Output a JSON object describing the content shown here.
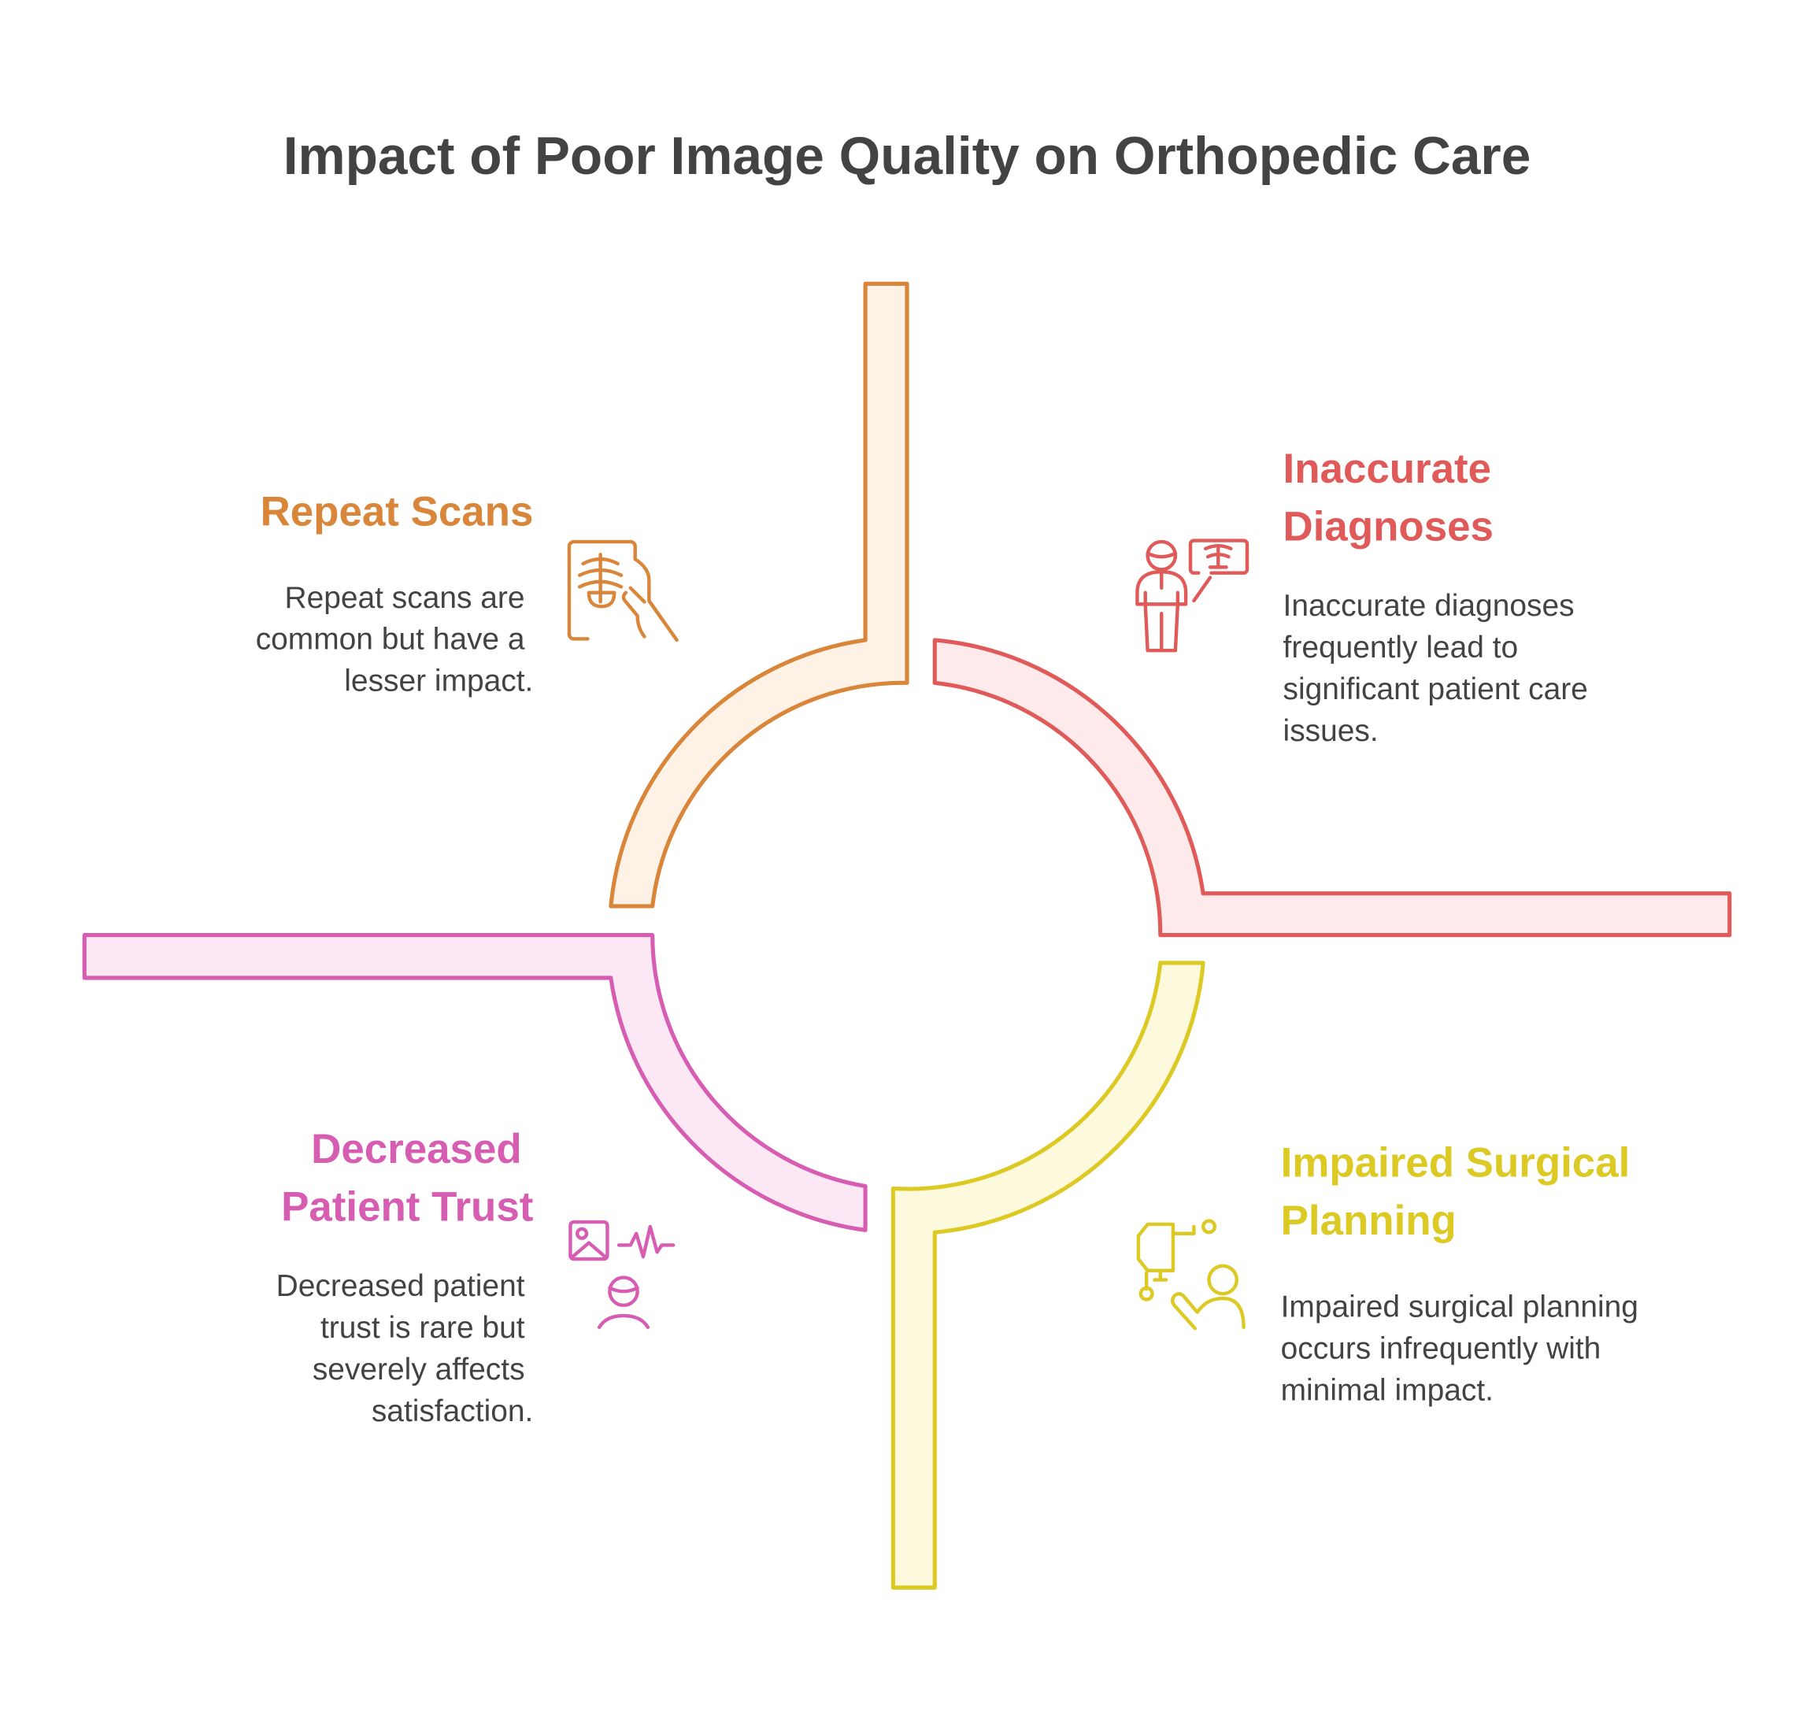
{
  "title": "Impact of Poor Image Quality on Orthopedic Care",
  "sections": [
    {
      "heading": [
        "Repeat Scans"
      ],
      "body": [
        "Repeat scans are",
        "common but have a",
        "lesser impact."
      ],
      "color": "#D9853A",
      "fill": "#FEF2E6",
      "icon": "xray-hand-icon"
    },
    {
      "heading": [
        "Inaccurate",
        "Diagnoses"
      ],
      "body": [
        "Inaccurate diagnoses",
        "frequently lead to",
        "significant patient care",
        "issues."
      ],
      "color": "#E05A5A",
      "fill": "#FEEAEA",
      "icon": "doctor-xray-icon"
    },
    {
      "heading": [
        "Impaired Surgical",
        "Planning"
      ],
      "body": [
        "Impaired surgical planning",
        "occurs infrequently with",
        "minimal impact."
      ],
      "color": "#DDC924",
      "fill": "#FDF9DC",
      "icon": "surgical-lamp-icon"
    },
    {
      "heading": [
        "Decreased",
        "Patient Trust"
      ],
      "body": [
        "Decreased patient",
        "trust is rare but",
        "severely affects",
        "satisfaction."
      ],
      "color": "#D65DB1",
      "fill": "#FCE8F5",
      "icon": "patient-monitor-icon"
    }
  ]
}
